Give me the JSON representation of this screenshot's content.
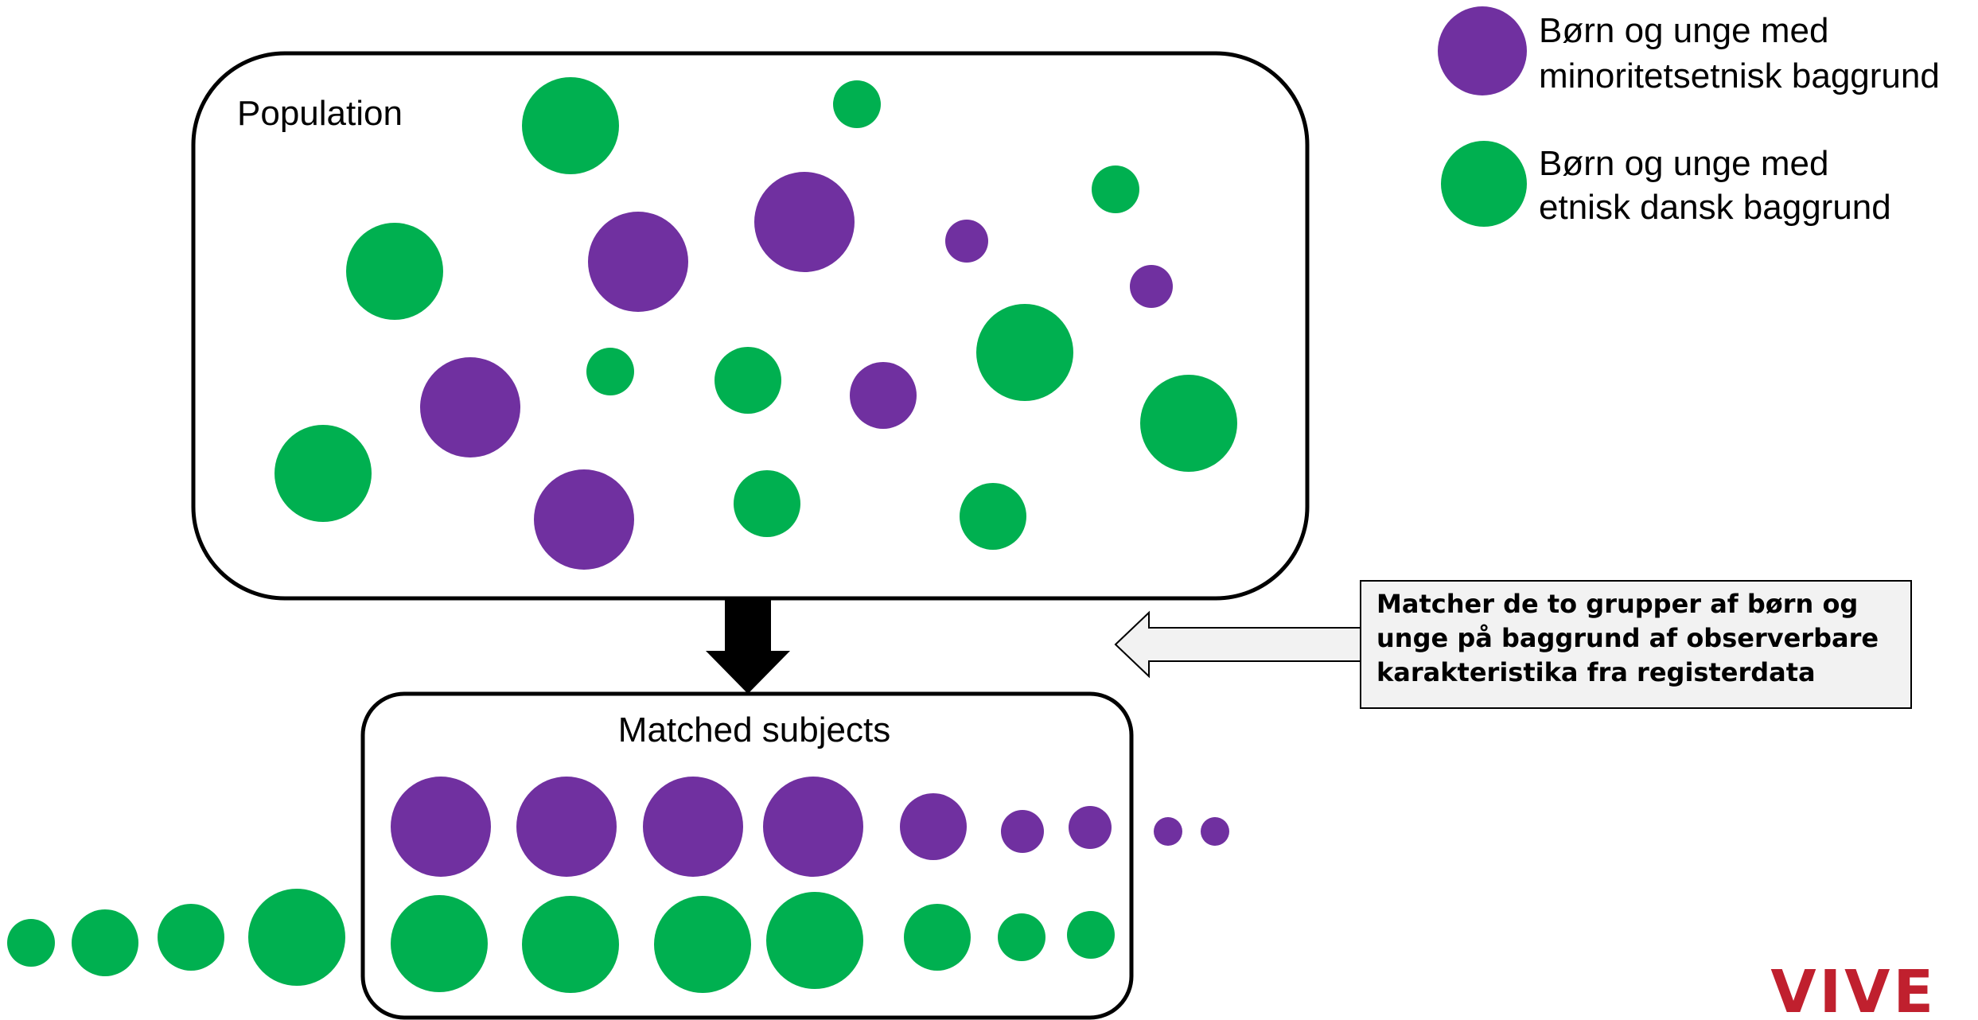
{
  "colors": {
    "minority": "#7030A0",
    "danish": "#00B050",
    "box_stroke": "#000000",
    "note_fill": "#F2F2F2",
    "logo": "#C0202E"
  },
  "legend": {
    "minority": {
      "line1": "Børn og unge med",
      "line2": "minoritetsetnisk baggrund"
    },
    "danish": {
      "line1": "Børn og unge med",
      "line2": "etnisk dansk baggrund"
    }
  },
  "population": {
    "title": "Population"
  },
  "matched": {
    "title": "Matched subjects"
  },
  "note": {
    "line1": "Matcher de to grupper af børn og",
    "line2": "unge på baggrund af observerbare",
    "line3": "karakteristika fra registerdata"
  },
  "logo": {
    "text": "VIVE"
  }
}
